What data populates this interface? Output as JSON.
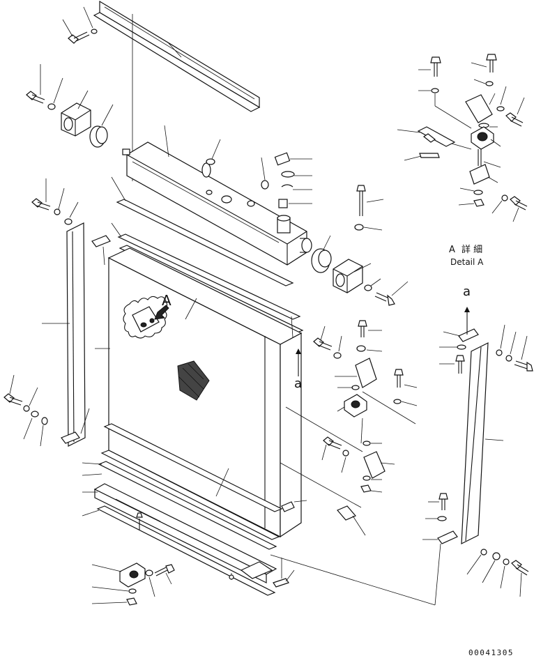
{
  "view_label": {
    "letter": "A",
    "kanji": "詳 細",
    "english": "Detail A"
  },
  "callout_large": "A",
  "callout_small_a_arrow": "a",
  "callout_small_a_text": "a",
  "callout_detail_a": "a",
  "drawing_number": "00041305"
}
